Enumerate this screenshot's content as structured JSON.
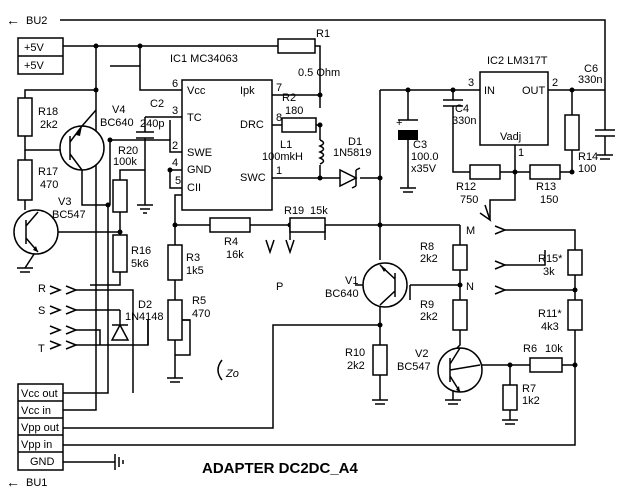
{
  "title": "ADAPTER DC2DC_A4",
  "connectors": {
    "bu2": {
      "arrow": "←",
      "label": "BU2",
      "pins": [
        "+5V",
        "+5V"
      ]
    },
    "bu1": {
      "arrow": "←",
      "label": "BU1",
      "pins": [
        "Vcc out",
        "Vcc in",
        "Vpp out",
        "Vpp in",
        "GND"
      ]
    }
  },
  "ic1": {
    "name": "IC1 MC34063",
    "pins": {
      "vcc": {
        "num": "6",
        "name": "Vcc"
      },
      "tc": {
        "num": "3",
        "name": "TC"
      },
      "swe": {
        "num": "2",
        "name": "SWE"
      },
      "gnd": {
        "num": "4",
        "name": "GND"
      },
      "cii": {
        "num": "5",
        "name": "CII"
      },
      "ipk": {
        "num": "7",
        "name": "Ipk"
      },
      "drc": {
        "num": "8",
        "name": "DRC"
      },
      "swc": {
        "num": "1",
        "name": "SWC"
      }
    }
  },
  "ic2": {
    "name": "IC2 LM317T",
    "pins": {
      "in": {
        "num": "3",
        "name": "IN"
      },
      "out": {
        "num": "2",
        "name": "OUT"
      },
      "adj": {
        "num": "1",
        "name": "Vadj"
      }
    }
  },
  "parts": {
    "r1": [
      "R1",
      "0.5 Ohm"
    ],
    "r2": [
      "R2",
      "180"
    ],
    "l1": [
      "L1",
      "100mkH"
    ],
    "d1": [
      "D1",
      "1N5819"
    ],
    "c2": [
      "C2",
      "240p"
    ],
    "r20": [
      "R20",
      "100k"
    ],
    "r18": [
      "R18",
      "2k2"
    ],
    "v4": [
      "V4",
      "BC640"
    ],
    "r17": [
      "R17",
      "470"
    ],
    "v3": [
      "V3",
      "BC547"
    ],
    "r16": [
      "R16",
      "5k6"
    ],
    "r4": [
      "R4",
      "16k"
    ],
    "r19": [
      "R19",
      "15k"
    ],
    "r3": [
      "R3",
      "1k5"
    ],
    "r5": [
      "R5",
      "470"
    ],
    "d2": [
      "D2",
      "1N4148"
    ],
    "c3": [
      "C3",
      "100.0",
      "x35V"
    ],
    "c4": [
      "C4",
      "330n"
    ],
    "c6": [
      "C6",
      "330n"
    ],
    "r12": [
      "R12",
      "750"
    ],
    "r13": [
      "R13",
      "150"
    ],
    "r14": [
      "R14",
      "100"
    ],
    "r8": [
      "R8",
      "2k2"
    ],
    "v1": [
      "V1",
      "BC640"
    ],
    "r9": [
      "R9",
      "2k2"
    ],
    "r10": [
      "R10",
      "2k2"
    ],
    "v2": [
      "V2",
      "BC547"
    ],
    "r6": [
      "R6",
      "10k"
    ],
    "r7": [
      "R7",
      "1k2"
    ],
    "r15": [
      "R15*",
      "3k"
    ],
    "r11": [
      "R11*",
      "4k3"
    ]
  },
  "jumpers": {
    "r": "R",
    "s": "S",
    "t": "T",
    "m": "M",
    "n": "N",
    "p": "P"
  },
  "symbols": {
    "connector_arrow": "left-arrow-icon",
    "ground": "ground-icon",
    "jumper": "jumper-icon",
    "zener": "zener-icon"
  },
  "annotation": "Zo",
  "colors": {
    "ink": "#000000",
    "paper": "#ffffff"
  }
}
